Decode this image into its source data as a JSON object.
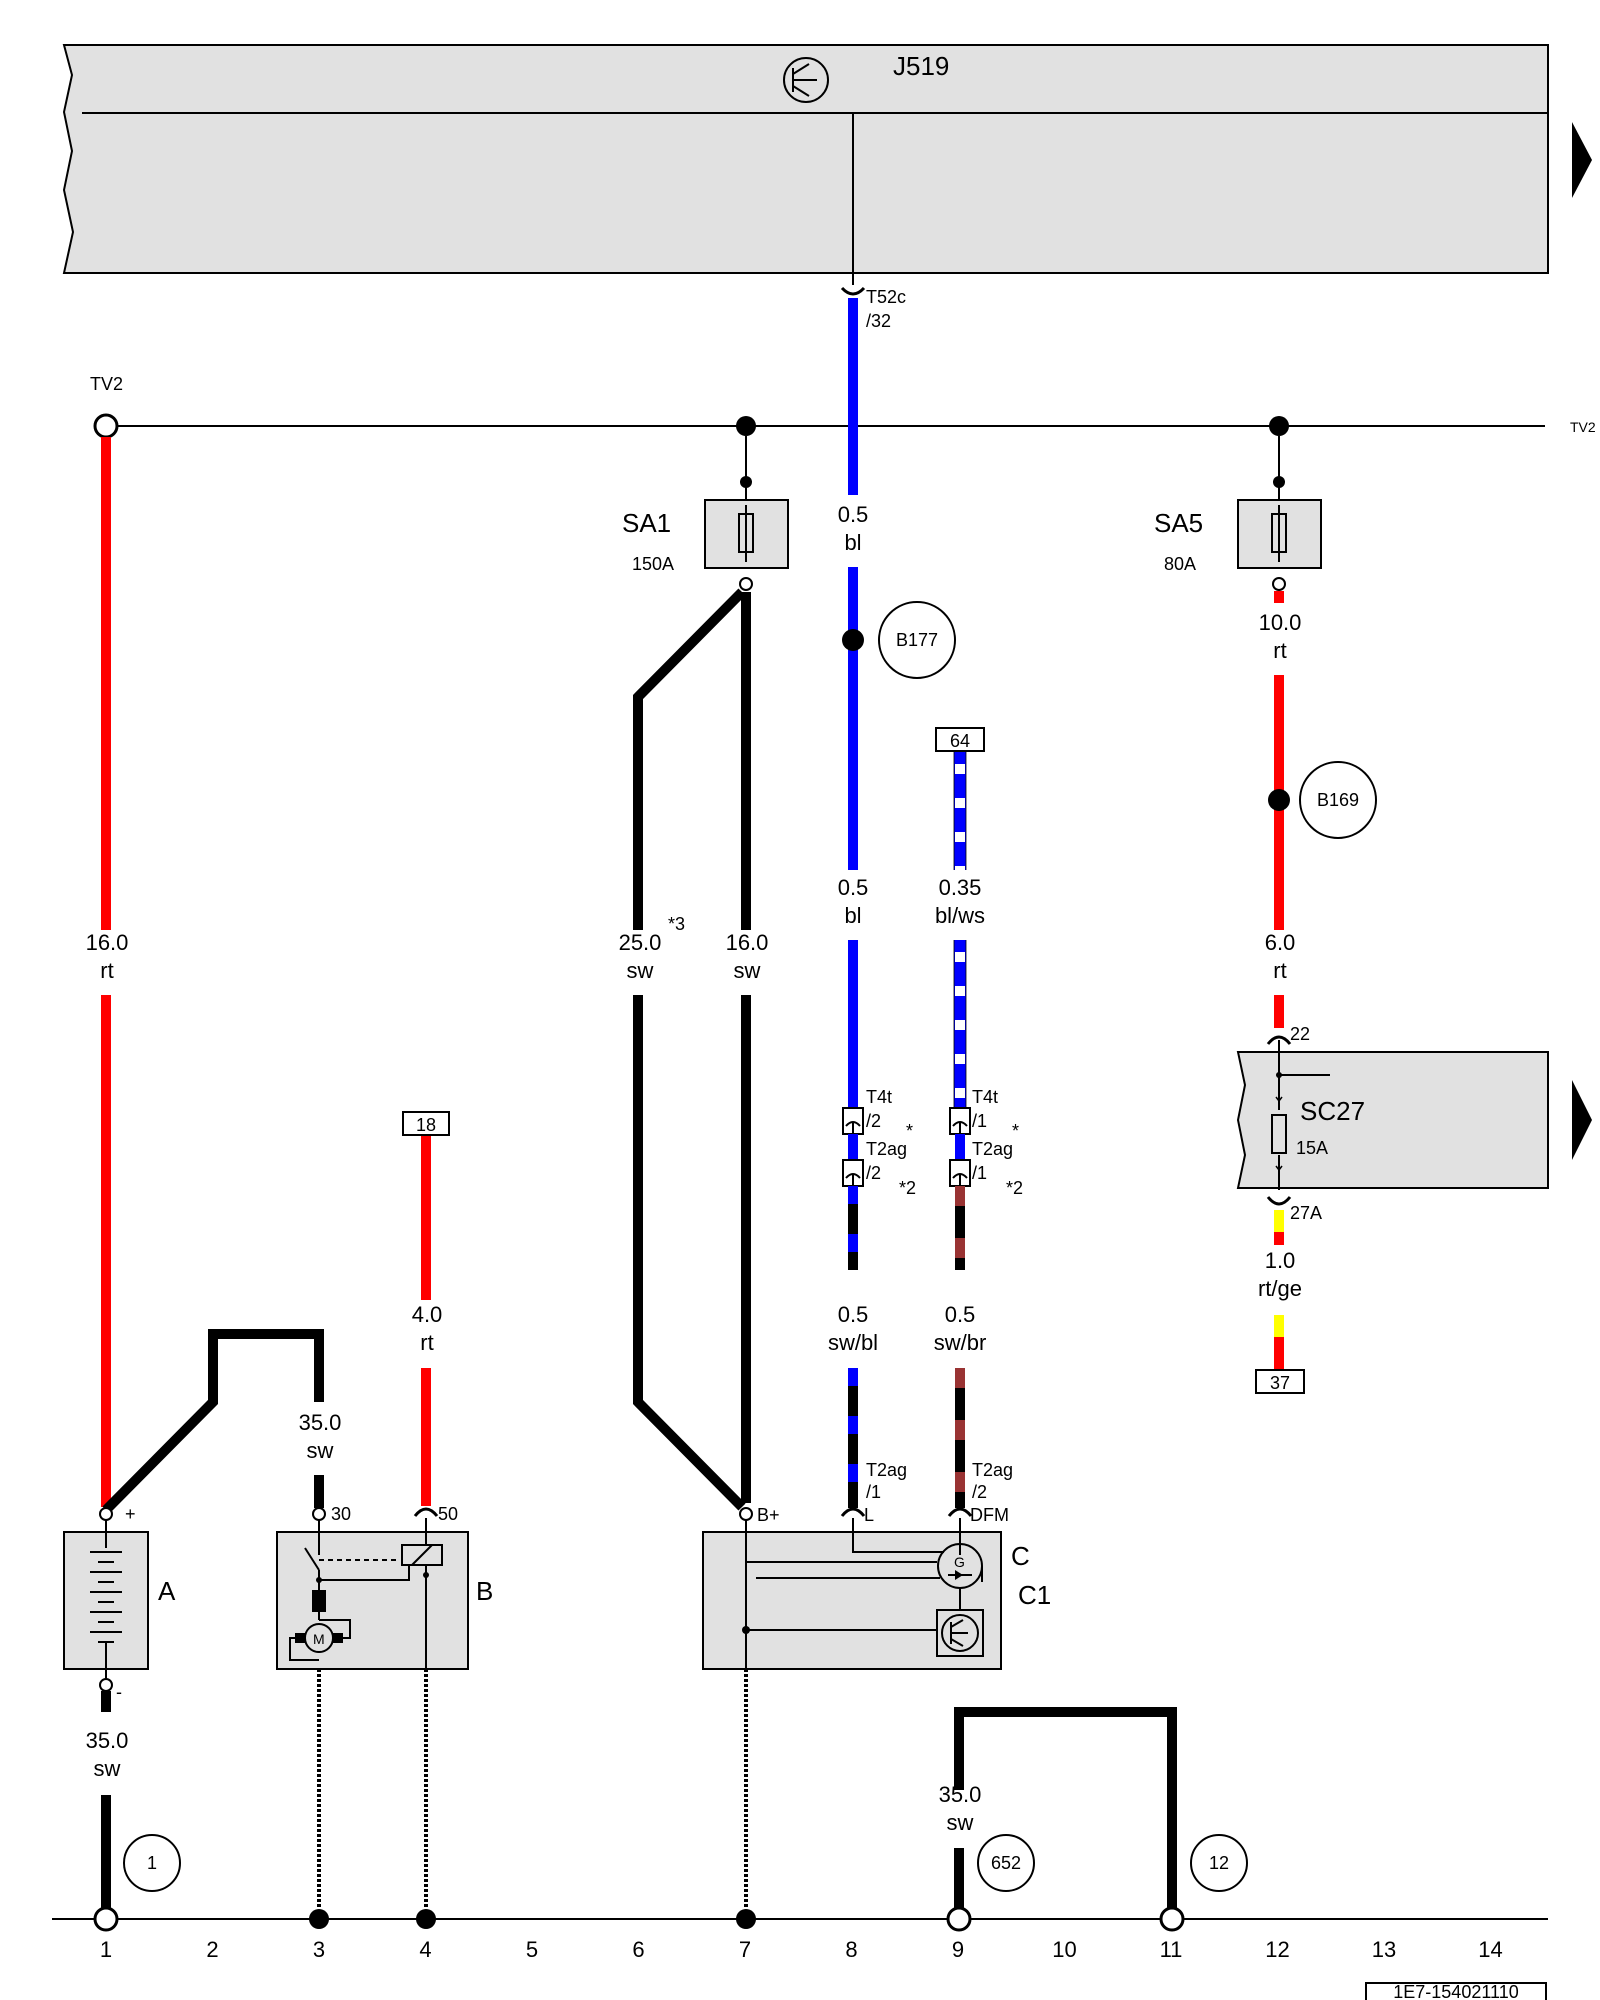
{
  "header": {
    "control_unit_label": "J519"
  },
  "rails": {
    "left_label": "TV2",
    "right_label": "TV2"
  },
  "fuses": {
    "sa1": {
      "name": "SA1",
      "rating": "150A"
    },
    "sa5": {
      "name": "SA5",
      "rating": "80A"
    },
    "sc27": {
      "name": "SC27",
      "rating": "15A",
      "pin_in": "22",
      "pin_out": "27A"
    }
  },
  "connectors": {
    "t52c": "T52c",
    "t52c_pin": "/32",
    "t4t_a": "T4t",
    "t4t_a_pin": "/2",
    "t2ag_a": "T2ag",
    "t2ag_a_pin": "/2",
    "t4t_b": "T4t",
    "t4t_b_pin": "/1",
    "t2ag_b": "T2ag",
    "t2ag_b_pin": "/1",
    "t2ag_c": "T2ag",
    "t2ag_c_pin": "/1",
    "t2ag_c_term": "L",
    "t2ag_d": "T2ag",
    "t2ag_d_pin": "/2",
    "t2ag_d_term": "DFM",
    "star": "*",
    "star2": "*2",
    "star3": "*3"
  },
  "wires": {
    "w1": {
      "size": "16.0",
      "color": "rt"
    },
    "w_bl_top": {
      "size": "0.5",
      "color": "bl"
    },
    "w_bl_mid": {
      "size": "0.5",
      "color": "bl"
    },
    "w_blws": {
      "size": "0.35",
      "color": "bl/ws"
    },
    "w_25": {
      "size": "25.0",
      "color": "sw"
    },
    "w_16sw": {
      "size": "16.0",
      "color": "sw"
    },
    "w_10": {
      "size": "10.0",
      "color": "rt"
    },
    "w_6": {
      "size": "6.0",
      "color": "rt"
    },
    "w_1": {
      "size": "1.0",
      "color": "rt/ge"
    },
    "w_4": {
      "size": "4.0",
      "color": "rt"
    },
    "w_35a": {
      "size": "35.0",
      "color": "sw"
    },
    "w_swbl": {
      "size": "0.5",
      "color": "sw/bl"
    },
    "w_swbr": {
      "size": "0.5",
      "color": "sw/br"
    },
    "w_35b": {
      "size": "35.0",
      "color": "sw"
    },
    "w_35c": {
      "size": "35.0",
      "color": "sw"
    }
  },
  "refs": {
    "r64": "64",
    "r18": "18",
    "r37": "37"
  },
  "splices": {
    "b177": "B177",
    "b169": "B169"
  },
  "grounds": {
    "g1": "1",
    "g652": "652",
    "g12": "12"
  },
  "components": {
    "battery": {
      "name": "A",
      "plus": "+",
      "minus": "-"
    },
    "starter": {
      "name": "B",
      "pin30": "30",
      "pin50": "50",
      "motor": "M"
    },
    "alternator": {
      "name": "C",
      "sub": "C1",
      "pin": "B+",
      "gen": "G"
    }
  },
  "columns": [
    "1",
    "2",
    "3",
    "4",
    "5",
    "6",
    "7",
    "8",
    "9",
    "10",
    "11",
    "12",
    "13",
    "14"
  ],
  "doc_id": "1E7-154021110",
  "colors": {
    "red": "#ff0000",
    "blue": "#0000ff",
    "black": "#000000",
    "brown": "#993333",
    "yellow": "#ffff00",
    "white": "#ffffff",
    "block_fill": "#e1e1e1"
  }
}
